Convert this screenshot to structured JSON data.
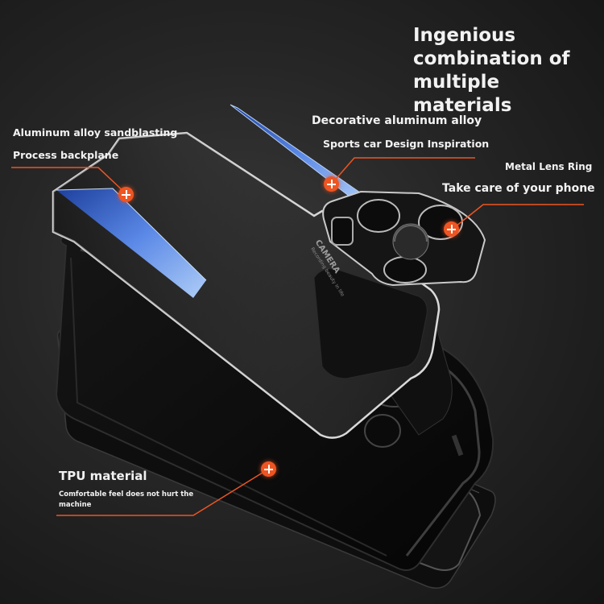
{
  "headline": {
    "line1": "Ingenious",
    "line2": "combination of",
    "line3": "multiple materials"
  },
  "labels": {
    "sandblasting": "Aluminum alloy sandblasting",
    "backplane": "Process backplane",
    "decorative": "Decorative aluminum alloy",
    "sports": "Sports car Design Inspiration",
    "lens_ring": "Metal Lens Ring",
    "care": "Take care of your phone",
    "tpu": "TPU material",
    "comfortable": "Comfortable feel does not hurt the machine"
  },
  "plate_print": {
    "brand": "CAMERA",
    "tagline": "Recording beauty in life"
  },
  "colors": {
    "accent": "#ee5522",
    "stripe_blue": "#3b66c9",
    "text": "#f2f2f2"
  },
  "icons": [
    "plus-hotspot-icon"
  ]
}
